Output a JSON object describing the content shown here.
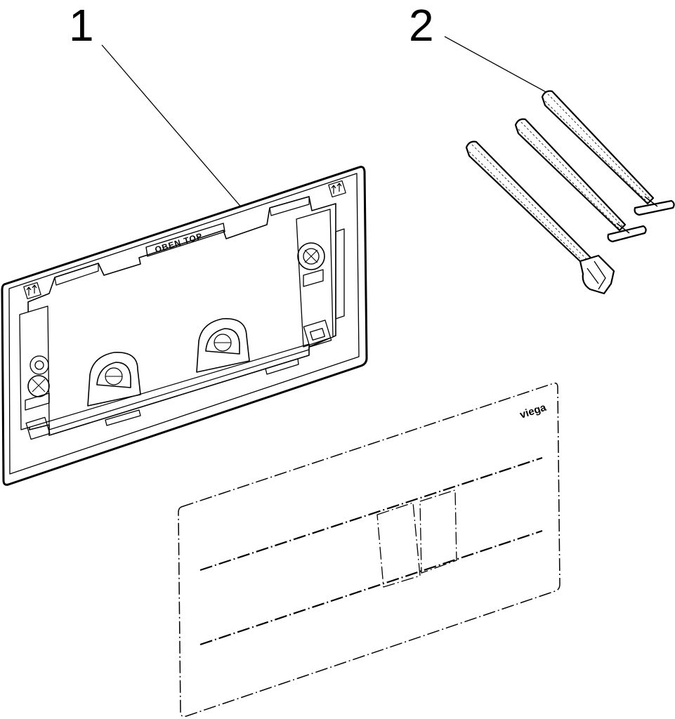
{
  "callouts": {
    "frame_number": "1",
    "rods_number": "2"
  },
  "frame": {
    "orientation_label": "OBEN TOP"
  },
  "flush_plate": {
    "brand": "viega"
  }
}
